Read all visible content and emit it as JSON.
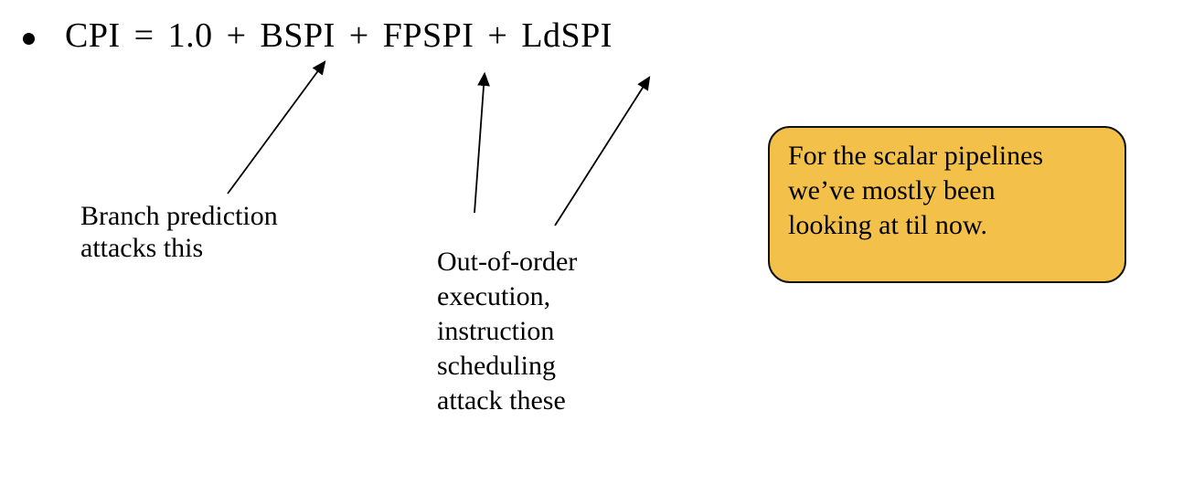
{
  "formula": {
    "text": "CPI = 1.0 + BSPI + FPSPI + LdSPI"
  },
  "annotations": {
    "branch_prediction": {
      "lines": [
        "Branch prediction",
        "attacks this"
      ]
    },
    "out_of_order": {
      "lines": [
        "Out-of-order",
        "execution,",
        "instruction",
        "scheduling",
        "attack these"
      ]
    }
  },
  "callout": {
    "lines": [
      "For the scalar pipelines",
      "we’ve mostly been",
      "looking at til now."
    ],
    "fill_color": "#F3C04A",
    "border_color": "#111111"
  },
  "colors": {
    "background": "#FFFFFF",
    "text": "#000000",
    "arrow": "#000000"
  }
}
